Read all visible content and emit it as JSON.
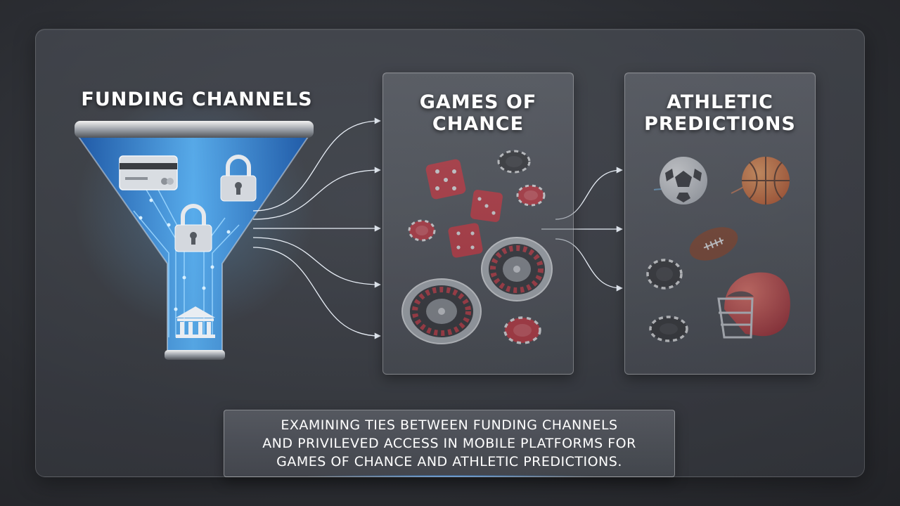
{
  "funding": {
    "title": "FUNDING CHANNELS"
  },
  "games": {
    "title": "GAMES OF\nCHANCE"
  },
  "athletic": {
    "title": "ATHLETIC\nPREDICTIONS"
  },
  "caption": {
    "text": "EXAMINING TIES BETWEEN FUNDING CHANNELS\nAND PRIVILEVED ACCESS IN MOBILE PLATFORMS FOR\nGAMES OF CHANCE AND ATHLETIC PREDICTIONS."
  },
  "colors": {
    "accent_blue": "#3aa0ff",
    "chip_red": "#d2202a",
    "chip_black": "#1c1c1e"
  },
  "icons": {
    "funding": [
      "credit-card-icon",
      "padlock-icon",
      "padlock-icon",
      "bank-icon"
    ],
    "games": [
      "dice-icon",
      "poker-chip-icon",
      "roulette-wheel-icon"
    ],
    "athletic": [
      "soccer-ball-icon",
      "basketball-icon",
      "american-football-icon",
      "football-helmet-icon",
      "poker-chip-icon"
    ]
  }
}
